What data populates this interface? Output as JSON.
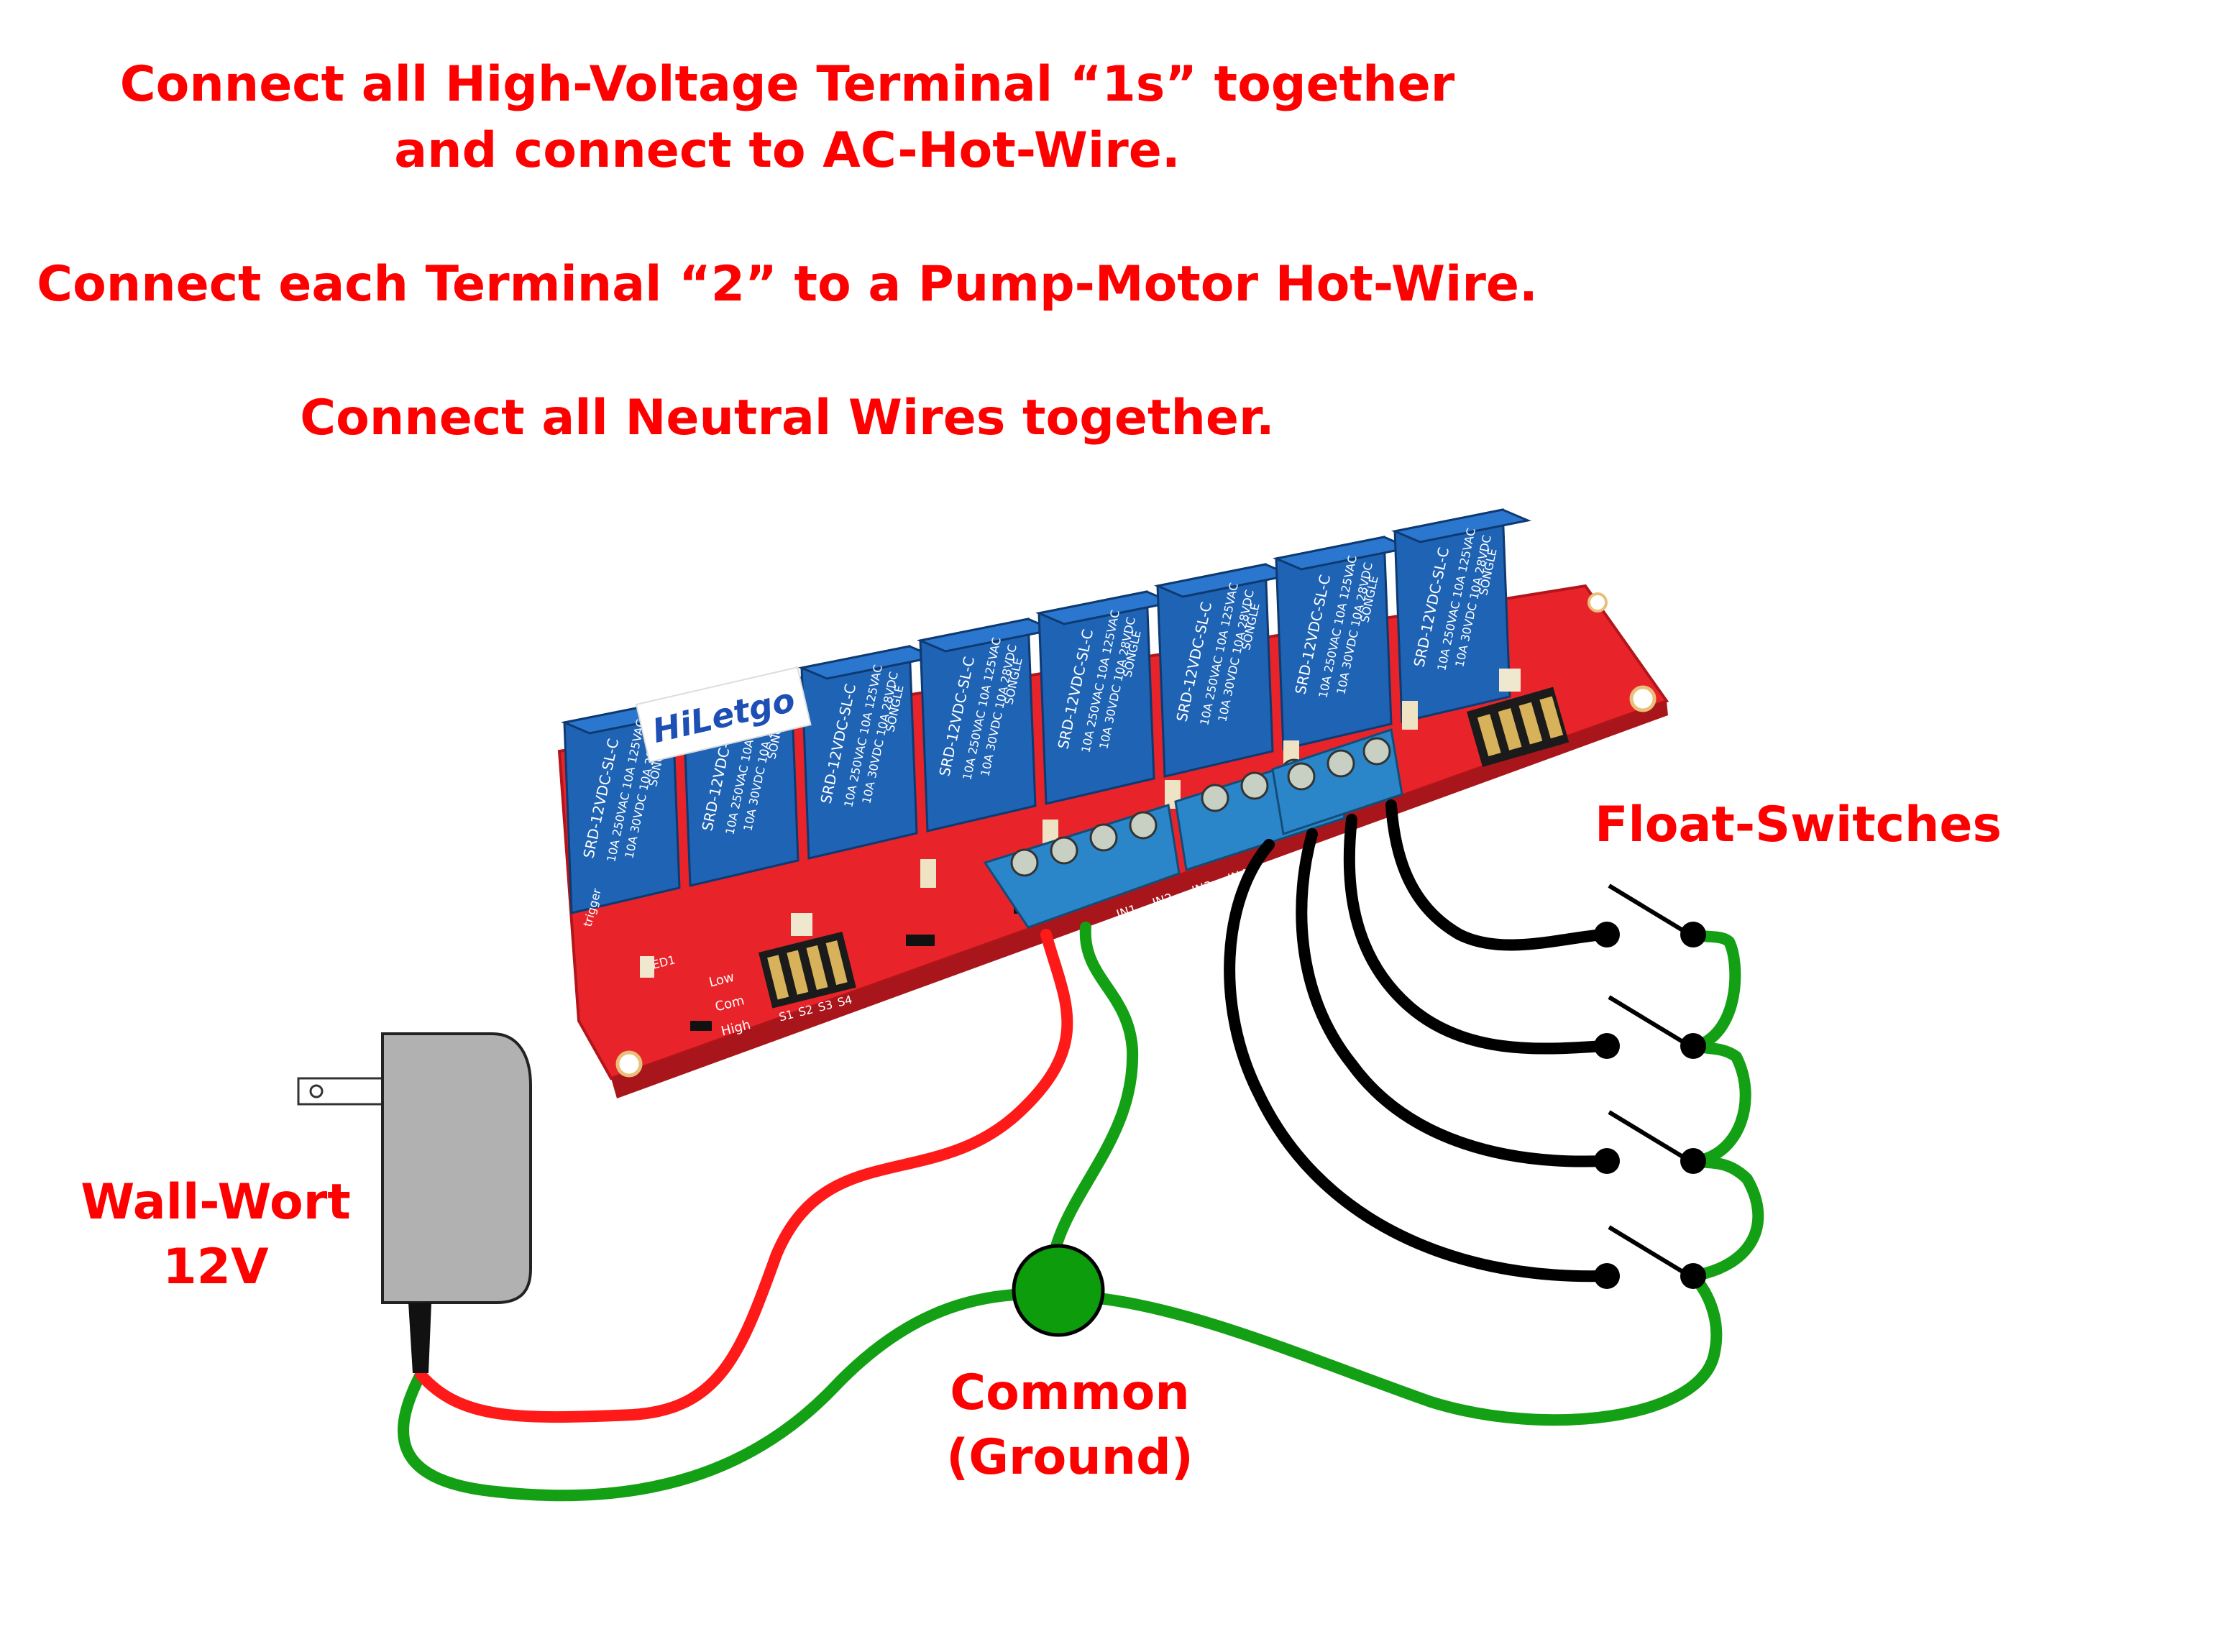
{
  "instructions": {
    "line1": "Connect all High-Voltage Terminal “1s” together",
    "line2": "and connect to AC-Hot-Wire.",
    "line3": "Connect each Terminal “2” to a Pump-Motor Hot-Wire.",
    "line4": "Connect all Neutral Wires together."
  },
  "labels": {
    "float_switches": "Float-Switches",
    "wall_wort_line1": "Wall-Wort",
    "wall_wort_line2": "12V",
    "common_line1": "Common",
    "common_line2": "(Ground)"
  },
  "board": {
    "brand": "HiLetgo",
    "relay_count": 8,
    "relay_text_a": "SRD-12VDC-SL-C",
    "relay_text_b": "SONGLE",
    "relay_rating_1": "10A 250VAC 10A 125VAC",
    "relay_rating_2": "10A 30VDC 10A 28VDC",
    "pins": [
      "IN1",
      "IN2",
      "IN3",
      "IN4"
    ],
    "jumper_labels": [
      "S1",
      "S2",
      "S3",
      "S4"
    ],
    "level_labels": [
      "Low",
      "Com",
      "High"
    ],
    "led_label": "LED1",
    "trigger_label": "trigger"
  },
  "colors": {
    "text_red": "#ff0000",
    "board_red": "#e8242a",
    "relay_blue": "#1f63b5",
    "terminal_blue": "#2a86c9",
    "wire_red": "#ff1a1a",
    "wire_green": "#14a014",
    "wire_black": "#000000",
    "adapter_gray": "#b1b1b1",
    "common_node": "#0c9c0c"
  },
  "icons": [
    "wall-adapter-icon",
    "relay-board-image",
    "float-switch-icon",
    "common-ground-node"
  ]
}
